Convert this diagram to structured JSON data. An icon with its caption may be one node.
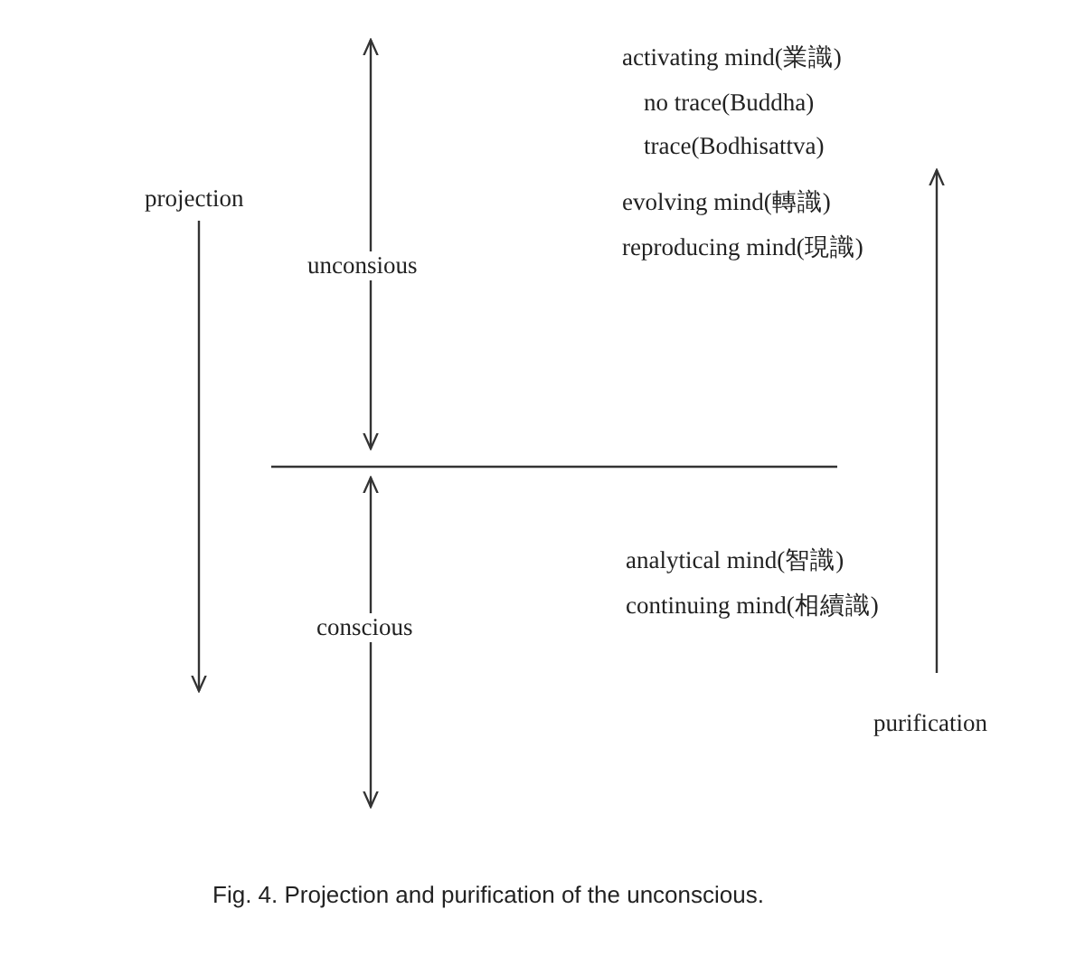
{
  "diagram": {
    "caption": "Fig. 4. Projection and purification of the unconscious.",
    "labels": [
      "activating mind(業識)",
      "no trace(Buddha)",
      "trace(Bodhisattva)",
      "projection",
      "evolving mind(轉識)",
      "reproducing mind(現識)",
      "unconsious",
      "analytical mind(智識)",
      "continuing mind(相續識)",
      "conscious",
      "purification"
    ]
  }
}
